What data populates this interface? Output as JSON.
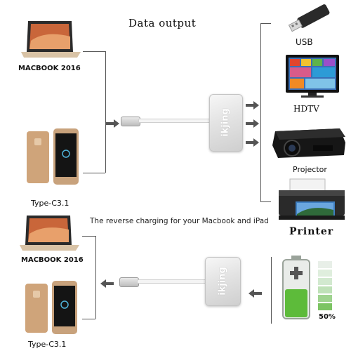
{
  "title": "Data output",
  "reverse_note": "The reverse charging for your Macbook and iPad",
  "sources": {
    "macbook_top": "MACBOOK 2016",
    "phone_top": "Type-C3.1",
    "macbook_bottom": "MACBOOK 2016",
    "phone_bottom": "Type-C3.1"
  },
  "outputs": {
    "usb": "USB",
    "hdtv": "HDTV",
    "projector": "Projector",
    "printer": "Printer"
  },
  "hub_brand": "ikjing",
  "battery": {
    "level_label": "50%",
    "level": 0.5
  },
  "colors": {
    "battery_green": "#5dbb3a",
    "arrow": "#555555",
    "hub_silver": "#dcdcdc"
  }
}
